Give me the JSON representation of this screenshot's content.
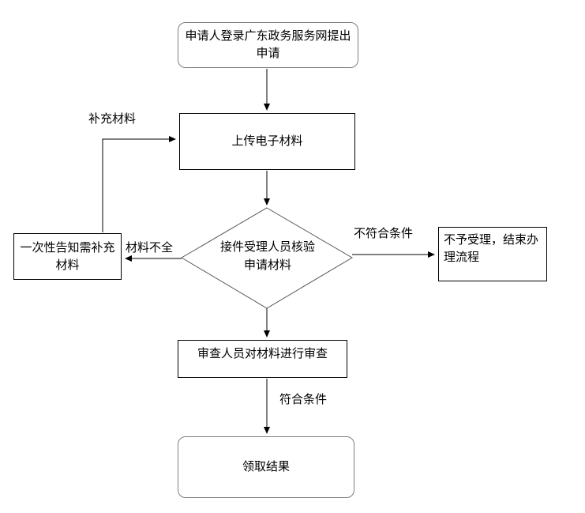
{
  "diagram": {
    "title": "government-service application flowchart",
    "nodes": {
      "start": {
        "label": "申请人登录广东政务服务网提出申请",
        "shape": "rounded"
      },
      "upload": {
        "label": "上传电子材料",
        "shape": "rect"
      },
      "verify": {
        "label": "接件受理人员核验申请材料",
        "shape": "diamond"
      },
      "supplement": {
        "label": "一次性告知需补充材料",
        "shape": "rect"
      },
      "reject": {
        "label": "不予受理，结束办理流程",
        "shape": "rect"
      },
      "review": {
        "label": "审查人员对材料进行审查",
        "shape": "rect"
      },
      "result": {
        "label": "领取结果",
        "shape": "rounded"
      }
    },
    "edge_labels": {
      "supplement_materials": "补充材料",
      "materials_incomplete": "材料不全",
      "not_qualified": "不符合条件",
      "qualified": "符合条件"
    },
    "colors": {
      "background": "#ffffff",
      "rounded_node_border": "#7f7f7f",
      "rect_node_border": "#000000",
      "diamond_border": "#595959",
      "connector": "#000000",
      "text": "#000000"
    }
  }
}
